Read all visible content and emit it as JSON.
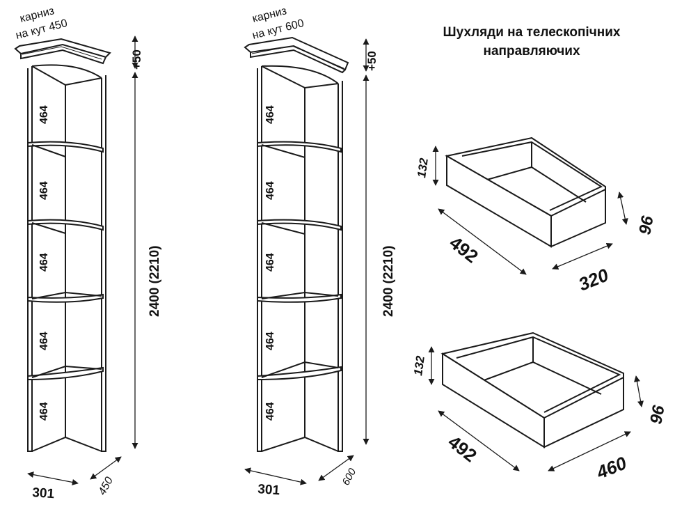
{
  "title": {
    "line1": "Шухляди на телескопічних",
    "line2": "направляючих"
  },
  "cabinet_left": {
    "cornice_line1": "карниз",
    "cornice_line2": "на кут 450",
    "top_extra": "+50",
    "height": "2400 (2210)",
    "shelves": [
      "464",
      "464",
      "464",
      "464",
      "464"
    ],
    "width": "301",
    "depth": "450"
  },
  "cabinet_right": {
    "cornice_line1": "карниз",
    "cornice_line2": "на кут 600",
    "top_extra": "+50",
    "height": "2400 (2210)",
    "shelves": [
      "464",
      "464",
      "464",
      "464",
      "464"
    ],
    "width": "301",
    "depth": "600"
  },
  "drawer_top": {
    "height": "132",
    "front_height": "96",
    "width": "492",
    "depth": "320"
  },
  "drawer_bottom": {
    "height": "132",
    "front_height": "96",
    "width": "492",
    "depth": "460"
  },
  "colors": {
    "line": "#1a1a1a",
    "fill": "#ffffff"
  }
}
